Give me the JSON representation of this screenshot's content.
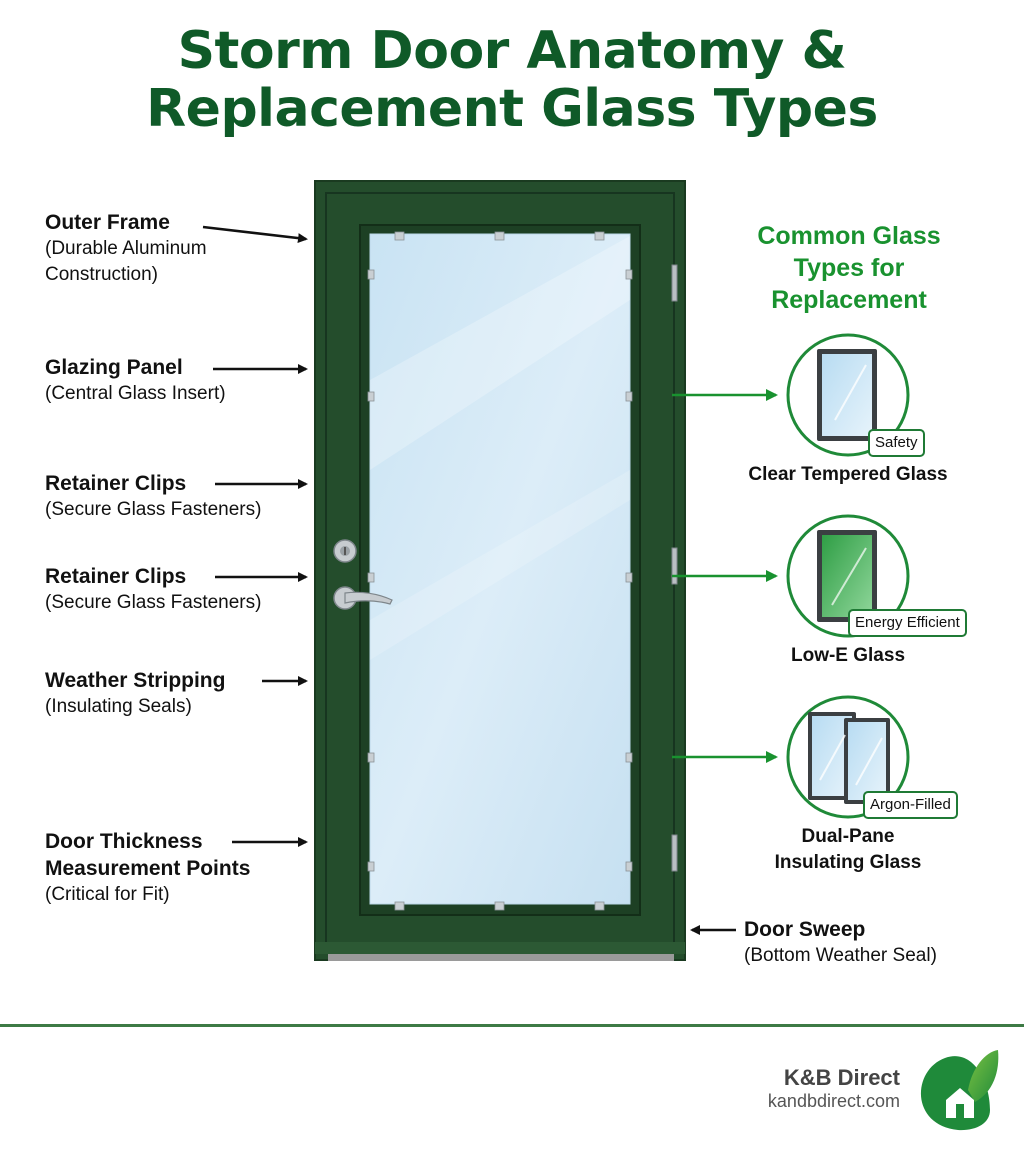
{
  "title": "Storm Door Anatomy & Replacement Glass Types",
  "callouts": [
    {
      "name": "Outer Frame",
      "desc": "(Durable Aluminum Construction)"
    },
    {
      "name": "Glazing Panel",
      "desc": "(Central Glass Insert)"
    },
    {
      "name": "Retainer Clips",
      "desc": "(Secure Glass Fasteners)"
    },
    {
      "name": "Retainer Clips",
      "desc": "(Secure Glass Fasteners)"
    },
    {
      "name": "Weather Stripping",
      "desc": "(Insulating Seals)"
    },
    {
      "name": "Door Thickness Measurement Points",
      "desc": "(Critical for Fit)"
    }
  ],
  "door_sweep": {
    "name": "Door Sweep",
    "desc": "(Bottom Weather Seal)"
  },
  "glass_types_title": "Common Glass Types for Replacement",
  "glass_types": [
    {
      "name": "Clear Tempered Glass",
      "badge": "Safety",
      "icon": "single-pane-clear-icon"
    },
    {
      "name": "Low-E Glass",
      "badge": "Energy Efficient",
      "icon": "single-pane-green-icon"
    },
    {
      "name": "Dual-Pane Insulating Glass",
      "badge": "Argon-Filled",
      "icon": "dual-pane-icon"
    }
  ],
  "brand": {
    "name": "K&B Direct",
    "url": "kandbdirect.com",
    "logo": "leaf-house-logo"
  },
  "colors": {
    "title_green": "#0f5a28",
    "accent_green": "#19922f",
    "door_green": "#244d2c",
    "glass_blue": "#d4e9f5",
    "low_e_green": "#3fae4a"
  }
}
